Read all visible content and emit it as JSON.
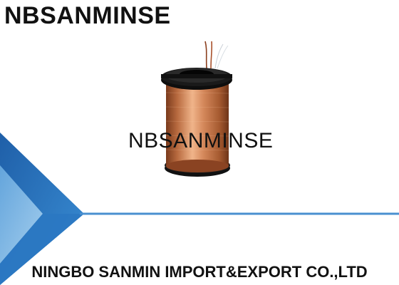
{
  "brand": {
    "top_label": "NBSANMINSE",
    "watermark": "NBSANMINSE"
  },
  "footer": {
    "company_name": "NINGBO SANMIN IMPORT&EXPORT CO.,LTD"
  },
  "colors": {
    "accent_blue": "#2f7fc7",
    "light_blue": "#8cc3ea",
    "copper": "#b86a3f",
    "bobbin_black": "#111111"
  }
}
